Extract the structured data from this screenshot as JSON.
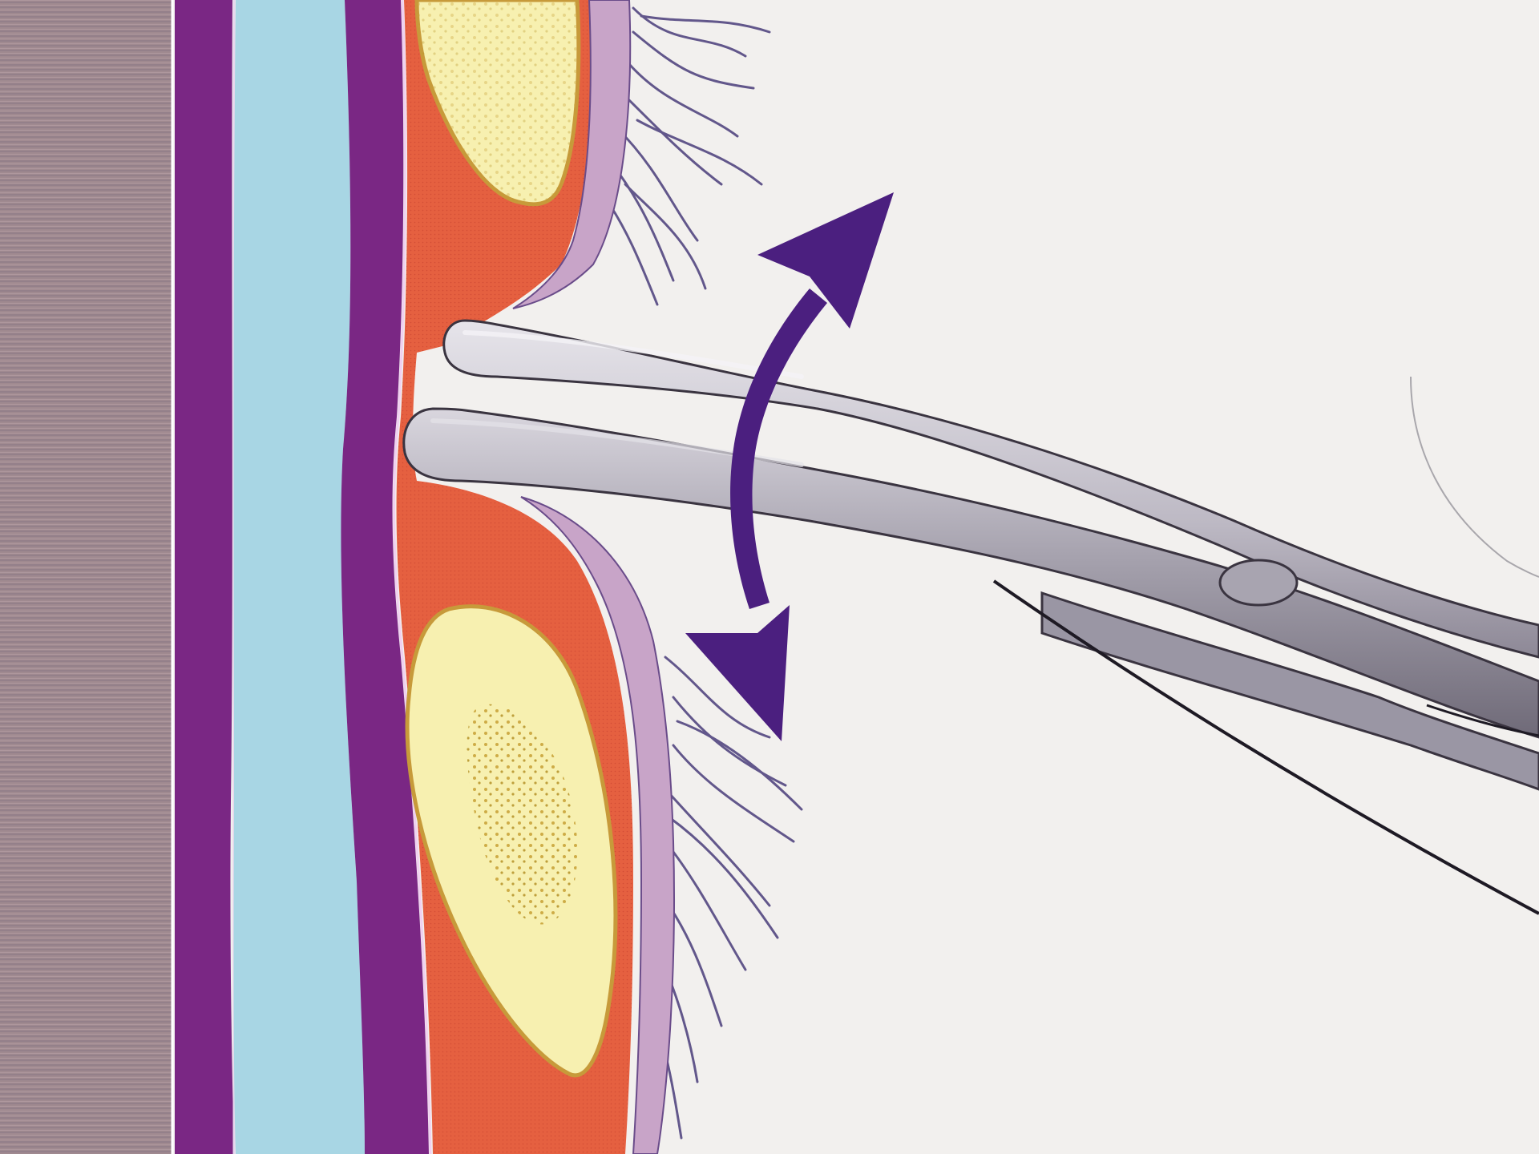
{
  "illustration": {
    "layers": [
      "tissue-bulk",
      "membrane-outer",
      "fluid-layer",
      "membrane-inner",
      "red-tissue",
      "fat-upper",
      "fat-lower",
      "fringe-upper",
      "fringe-lower"
    ],
    "instrument": "curved-scissors",
    "motion": "up-down-bidirectional"
  },
  "colors": {
    "background": "#f2f0ee",
    "tissue_bulk": "#a08a90",
    "membrane_purple": "#7a2784",
    "fluid_blue": "#a8d6e4",
    "red_tissue": "#e56040",
    "fat_yellow": "#f7f0b0",
    "fat_edge": "#c79a3a",
    "pink_border": "#c8a4c8",
    "fringe": "#4a3d7a",
    "metal": "#a6a2ae",
    "metal_dark": "#3a3440",
    "arrow": "#4b1f7f"
  },
  "icons": {
    "arrow": "double-headed-curved-arrow-icon",
    "scissors": "scissors-icon"
  }
}
